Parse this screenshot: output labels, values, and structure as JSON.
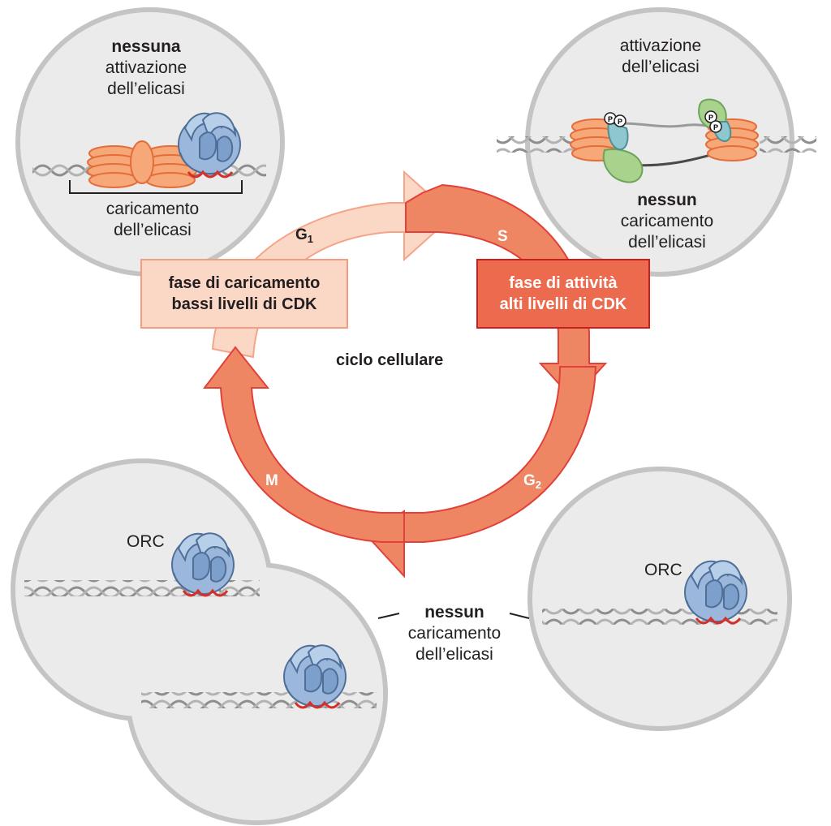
{
  "cycle": {
    "center_label": "ciclo cellulare",
    "phases": {
      "g1": {
        "letter": "G",
        "sub": "1"
      },
      "s": {
        "letter": "S"
      },
      "g2": {
        "letter": "G",
        "sub": "2"
      },
      "m": {
        "letter": "M"
      }
    },
    "loading_box": {
      "line1": "fase di caricamento",
      "line2": "bassi livelli di CDK"
    },
    "activity_box": {
      "line1": "fase di attività",
      "line2": "alti livelli di CDK"
    }
  },
  "panels": {
    "top_left": {
      "bold": "nessuna",
      "line2": "attivazione",
      "line3": "dell’elicasi",
      "bottom1": "caricamento",
      "bottom2": "dell’elicasi"
    },
    "top_right": {
      "line1": "attivazione",
      "line2": "dell’elicasi",
      "bold": "nessun",
      "bottom1": "caricamento",
      "bottom2": "dell’elicasi",
      "phospho": "P"
    },
    "bottom_left": {
      "orc": "ORC"
    },
    "bottom_right": {
      "orc": "ORC"
    },
    "shared_caption": {
      "bold": "nessun",
      "line2": "caricamento",
      "line3": "dell’elicasi"
    }
  },
  "colors": {
    "loading_fill": "#fbd7c6",
    "activity_fill": "#ec6a4e",
    "arrow_main": "#ee8563",
    "arrow_border": "#e0413a",
    "panel_fill": "#ebebeb",
    "panel_border": "#c4c4c4",
    "helicase": "#f6a06f",
    "orc_blue": "#9bb8dc"
  }
}
